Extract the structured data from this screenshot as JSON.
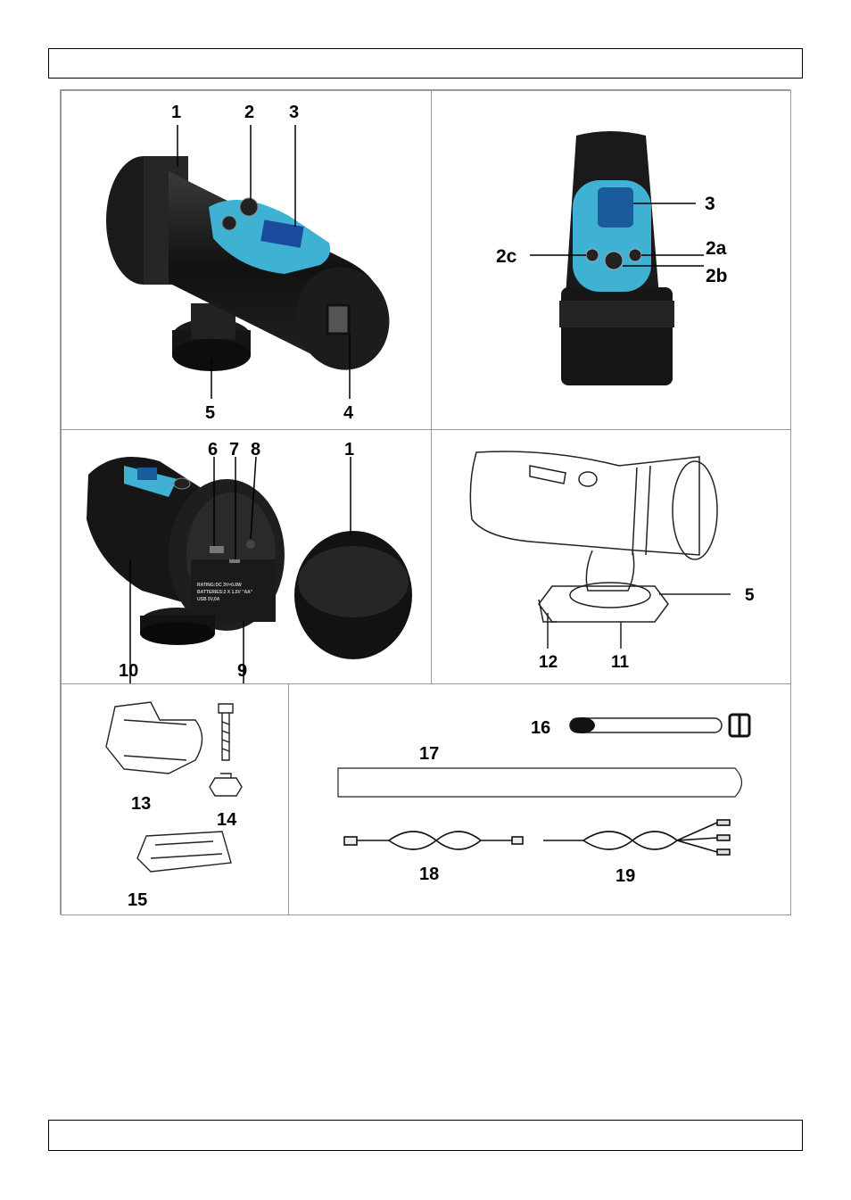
{
  "header_text": "",
  "footer_text": "",
  "panels": {
    "front_view": {
      "labels": [
        "1",
        "2",
        "3",
        "4",
        "5"
      ]
    },
    "top_view": {
      "labels": [
        "3",
        "2a",
        "2b",
        "2c"
      ]
    },
    "rear_view": {
      "labels": [
        "6",
        "7",
        "8",
        "1",
        "10",
        "9"
      ],
      "plate_text": [
        "RATING:DC 3V=0.6W",
        "BATTERIES:2 X 1.5V \"AA\"",
        "USB 5V,0A"
      ]
    },
    "mount_view": {
      "labels": [
        "5",
        "12",
        "11"
      ]
    },
    "accessories_a": {
      "labels": [
        "13",
        "14",
        "15"
      ]
    },
    "accessories_b": {
      "labels": [
        "16",
        "17",
        "18",
        "19"
      ]
    }
  }
}
